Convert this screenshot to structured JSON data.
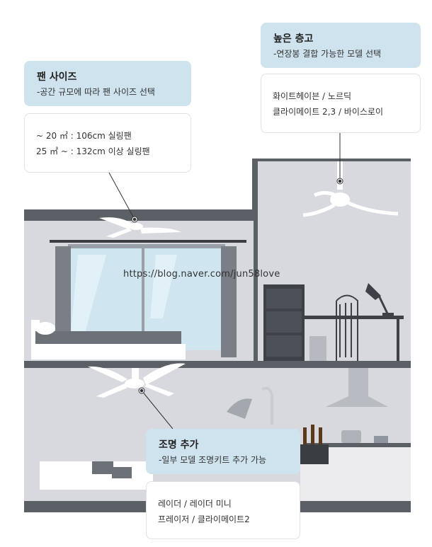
{
  "watermark": "https://blog.naver.com/jun58love",
  "callouts": {
    "fan_size": {
      "title": "팬 사이즈",
      "subtitle": "-공간 규모에 따라 팬 사이즈 선택",
      "lines": [
        "~ 20 ㎡ : 106cm 실링팬",
        "25 ㎡ ~ : 132cm 이상 실링팬"
      ]
    },
    "high_ceiling": {
      "title": "높은 층고",
      "subtitle": "-연장봉 결합 가능한 모델 선택",
      "lines": [
        "화이트헤이븐 / 노르딕",
        "클라이메이트 2,3 / 바이스로이"
      ]
    },
    "lighting": {
      "title": "조명 추가",
      "subtitle": "-일부 모델 조명키트 추가 가능",
      "lines": [
        "레이더 / 레이더 미니",
        "프레이저 / 클라이메이트2"
      ]
    }
  },
  "colors": {
    "wall": "#d8dae0",
    "wall_dark": "#595d64",
    "callout_header": "#cfe3ee",
    "floor": "#5b5f66"
  }
}
